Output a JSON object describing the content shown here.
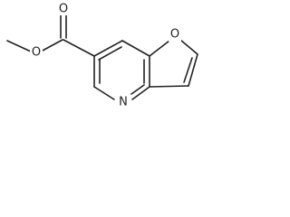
{
  "structure": {
    "atoms": {
      "carbonyl_oxygen": "O",
      "ester_oxygen": "O",
      "furan_oxygen": "O",
      "pyridine_nitrogen": "N"
    }
  }
}
